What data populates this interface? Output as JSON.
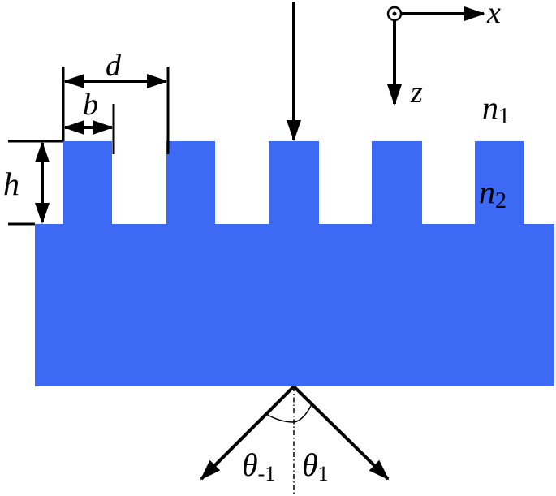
{
  "labels": {
    "period": "d",
    "ridge_width": "b",
    "groove_depth": "h",
    "axis_x": "x",
    "axis_z": "z",
    "medium_1_symbol": "n",
    "medium_1_index": "1",
    "medium_2_symbol": "n",
    "medium_2_index": "2",
    "angle_minus_symbol": "θ",
    "angle_minus_index": "-1",
    "angle_plus_symbol": "θ",
    "angle_plus_index": "1"
  },
  "colors": {
    "grating": "#3d6af5",
    "lines": "#000000",
    "background": "#ffffff"
  },
  "icons": {
    "axis_y_marker": "out-of-plane-dot-circle-icon",
    "arrow": "arrowhead-icon"
  }
}
